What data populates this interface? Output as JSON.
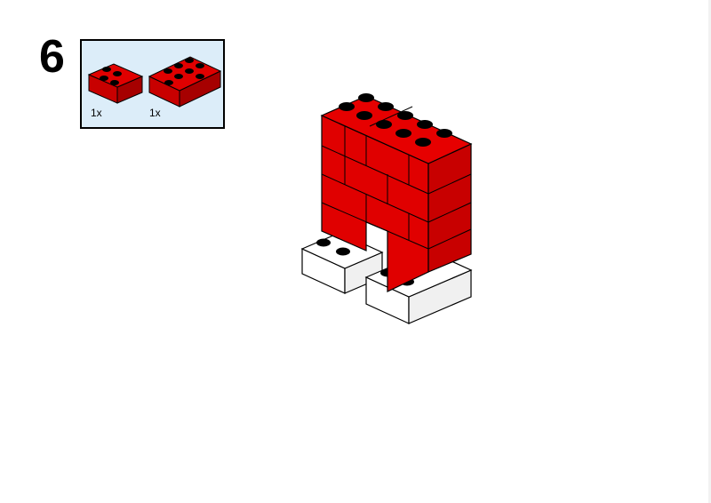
{
  "step": {
    "number": "6"
  },
  "parts": [
    {
      "name": "brick-2x2",
      "color": "#e00000",
      "quantity": "1x"
    },
    {
      "name": "brick-2x4",
      "color": "#e00000",
      "quantity": "1x"
    }
  ],
  "colors": {
    "red": "#e00000",
    "red_dark": "#b80000",
    "red_light": "#ff1a1a",
    "white": "#ffffff",
    "stud_black": "#000000",
    "parts_bg": "#dcedf9"
  }
}
